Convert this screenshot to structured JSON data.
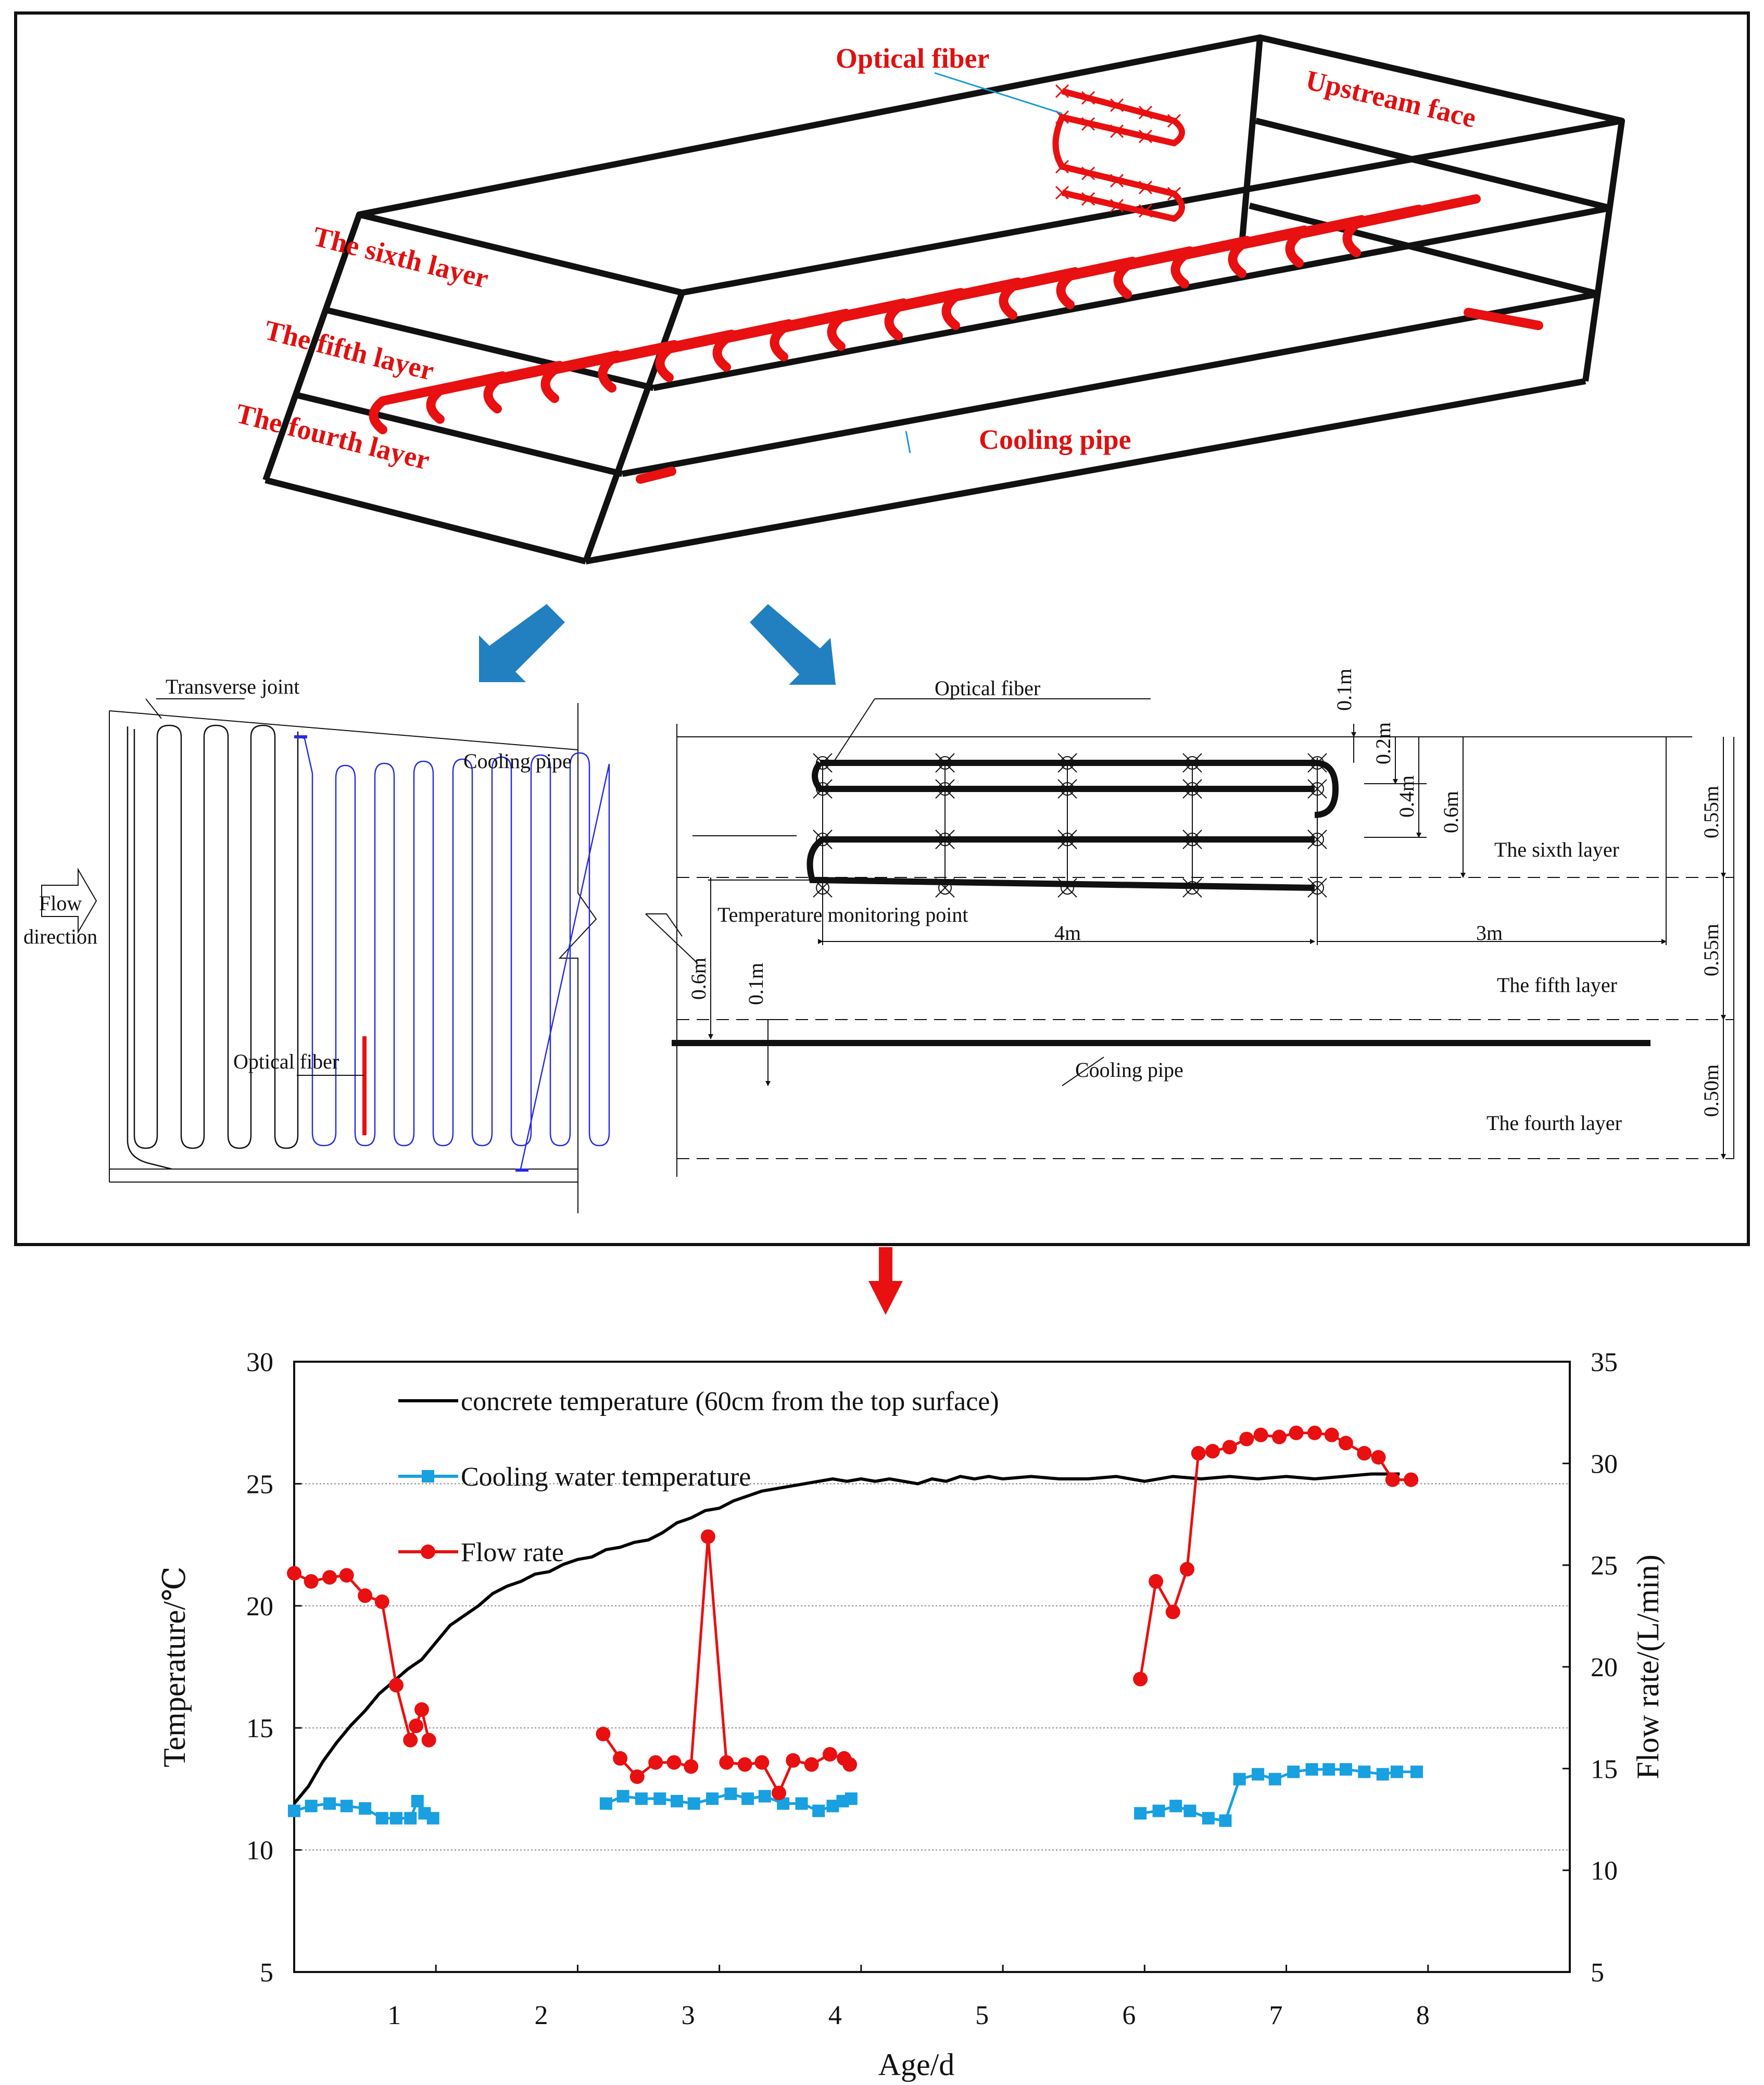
{
  "diagram": {
    "top": {
      "optical_fiber": "Optical fiber",
      "upstream_face": "Upstream face",
      "sixth_layer": "The sixth layer",
      "fifth_layer": "The fifth layer",
      "fourth_layer": "The fourth layer",
      "cooling_pipe": "Cooling pipe"
    },
    "left": {
      "transverse_joint": "Transverse joint",
      "cooling_pipe": "Cooling pipe",
      "flow_line1": "Flow",
      "flow_line2": "direction",
      "optical_fiber": "Optical fiber"
    },
    "right": {
      "optical_fiber": "Optical fiber",
      "temp_point": "Temperature monitoring point",
      "cooling_pipe": "Cooling pipe",
      "sixth_layer": "The sixth layer",
      "fifth_layer": "The fifth layer",
      "fourth_layer": "The fourth layer",
      "dim_4m": "4m",
      "dim_3m": "3m",
      "dim_01m_a": "0.1m",
      "dim_02m": "0.2m",
      "dim_04m": "0.4m",
      "dim_06m_a": "0.6m",
      "dim_055m_a": "0.55m",
      "dim_055m_b": "0.55m",
      "dim_050m": "0.50m",
      "dim_06m_b": "0.6m",
      "dim_01m_b": "0.1m"
    }
  },
  "chart_data": {
    "type": "line",
    "xlabel": "Age/d",
    "ylabel": "Temperature/℃",
    "y2label": "Flow rate/(L/min)",
    "xlim": [
      0,
      9
    ],
    "ylim": [
      5,
      30
    ],
    "y2lim": [
      5,
      35
    ],
    "xticks": [
      "1",
      "2",
      "3",
      "4",
      "5",
      "6",
      "7",
      "8"
    ],
    "yticks": [
      "5",
      "10",
      "15",
      "20",
      "25",
      "30"
    ],
    "y2ticks": [
      "5",
      "10",
      "15",
      "20",
      "25",
      "30",
      "35"
    ],
    "gridlines": [
      10,
      15,
      20,
      25
    ],
    "legend": [
      {
        "name": "concrete temperature (60cm from the top surface)",
        "color": "#000000"
      },
      {
        "name": "Cooling water temperature",
        "color": "#18a0e0"
      },
      {
        "name": "Flow rate",
        "color": "#e81010"
      }
    ],
    "series": [
      {
        "name": "concrete temperature (60cm from the top surface)",
        "axis": "left",
        "color": "#000000",
        "x": [
          0,
          0.1,
          0.2,
          0.3,
          0.4,
          0.5,
          0.6,
          0.7,
          0.8,
          0.9,
          1.0,
          1.1,
          1.2,
          1.3,
          1.4,
          1.5,
          1.6,
          1.7,
          1.8,
          1.9,
          2.0,
          2.1,
          2.2,
          2.3,
          2.4,
          2.5,
          2.6,
          2.7,
          2.8,
          2.9,
          3.0,
          3.1,
          3.2,
          3.3,
          3.4,
          3.5,
          3.6,
          3.7,
          3.8,
          3.9,
          4.0,
          4.1,
          4.2,
          4.3,
          4.4,
          4.5,
          4.6,
          4.7,
          4.8,
          4.9,
          5.0,
          5.2,
          5.4,
          5.6,
          5.8,
          6.0,
          6.2,
          6.4,
          6.6,
          6.8,
          7.0,
          7.2,
          7.4,
          7.6,
          7.8
        ],
        "values": [
          11.9,
          12.6,
          13.6,
          14.4,
          15.1,
          15.7,
          16.4,
          16.9,
          17.4,
          17.8,
          18.5,
          19.2,
          19.6,
          20.0,
          20.5,
          20.8,
          21.0,
          21.3,
          21.4,
          21.7,
          21.9,
          22.0,
          22.3,
          22.4,
          22.6,
          22.7,
          23.0,
          23.4,
          23.6,
          23.9,
          24.0,
          24.3,
          24.5,
          24.7,
          24.8,
          24.9,
          25.0,
          25.1,
          25.2,
          25.1,
          25.2,
          25.1,
          25.2,
          25.1,
          25.0,
          25.2,
          25.1,
          25.3,
          25.2,
          25.3,
          25.2,
          25.3,
          25.2,
          25.2,
          25.3,
          25.1,
          25.3,
          25.2,
          25.3,
          25.2,
          25.3,
          25.2,
          25.3,
          25.4,
          25.4
        ]
      },
      {
        "name": "Cooling water temperature",
        "axis": "left",
        "color": "#18a0e0",
        "segments": [
          {
            "x": [
              0.0,
              0.12,
              0.25,
              0.37,
              0.5,
              0.62,
              0.72,
              0.82,
              0.87,
              0.92,
              0.98
            ],
            "values": [
              11.6,
              11.8,
              11.9,
              11.8,
              11.7,
              11.3,
              11.3,
              11.3,
              12.0,
              11.5,
              11.3
            ]
          },
          {
            "x": [
              2.2,
              2.32,
              2.45,
              2.58,
              2.7,
              2.82,
              2.95,
              3.08,
              3.2,
              3.32,
              3.45,
              3.58,
              3.7,
              3.8,
              3.87,
              3.93
            ],
            "values": [
              11.9,
              12.2,
              12.1,
              12.1,
              12.0,
              11.9,
              12.1,
              12.3,
              12.1,
              12.2,
              11.9,
              11.9,
              11.6,
              11.8,
              12.0,
              12.1
            ]
          },
          {
            "x": [
              5.97,
              6.1,
              6.22,
              6.32,
              6.45,
              6.57,
              6.67,
              6.8,
              6.92,
              7.05,
              7.18,
              7.3,
              7.42,
              7.55,
              7.68,
              7.78,
              7.92
            ],
            "values": [
              11.5,
              11.6,
              11.8,
              11.6,
              11.3,
              11.2,
              12.9,
              13.1,
              12.9,
              13.2,
              13.3,
              13.3,
              13.3,
              13.2,
              13.1,
              13.2,
              13.2
            ]
          }
        ]
      },
      {
        "name": "Flow rate",
        "axis": "right",
        "color": "#e81010",
        "segments": [
          {
            "x": [
              0.0,
              0.12,
              0.25,
              0.37,
              0.5,
              0.62,
              0.72,
              0.82,
              0.86,
              0.9,
              0.95
            ],
            "values": [
              24.6,
              24.2,
              24.4,
              24.5,
              23.5,
              23.2,
              19.1,
              16.4,
              17.1,
              17.9,
              16.4
            ]
          },
          {
            "x": [
              2.18,
              2.3,
              2.42,
              2.55,
              2.68,
              2.8,
              2.92,
              3.05,
              3.18,
              3.3,
              3.42,
              3.52,
              3.65,
              3.78,
              3.88,
              3.92
            ],
            "values": [
              16.7,
              15.5,
              14.6,
              15.3,
              15.3,
              15.1,
              26.4,
              15.3,
              15.2,
              15.3,
              13.8,
              15.4,
              15.2,
              15.7,
              15.5,
              15.2
            ]
          },
          {
            "x": [
              5.97,
              6.08,
              6.2,
              6.3,
              6.38,
              6.48,
              6.6,
              6.72,
              6.82,
              6.95,
              7.07,
              7.2,
              7.32,
              7.42,
              7.55,
              7.65,
              7.75,
              7.88
            ],
            "values": [
              19.4,
              24.2,
              22.7,
              24.8,
              30.5,
              30.6,
              30.8,
              31.2,
              31.4,
              31.3,
              31.5,
              31.5,
              31.4,
              31.0,
              30.5,
              30.3,
              29.2,
              29.2
            ]
          }
        ]
      }
    ]
  }
}
